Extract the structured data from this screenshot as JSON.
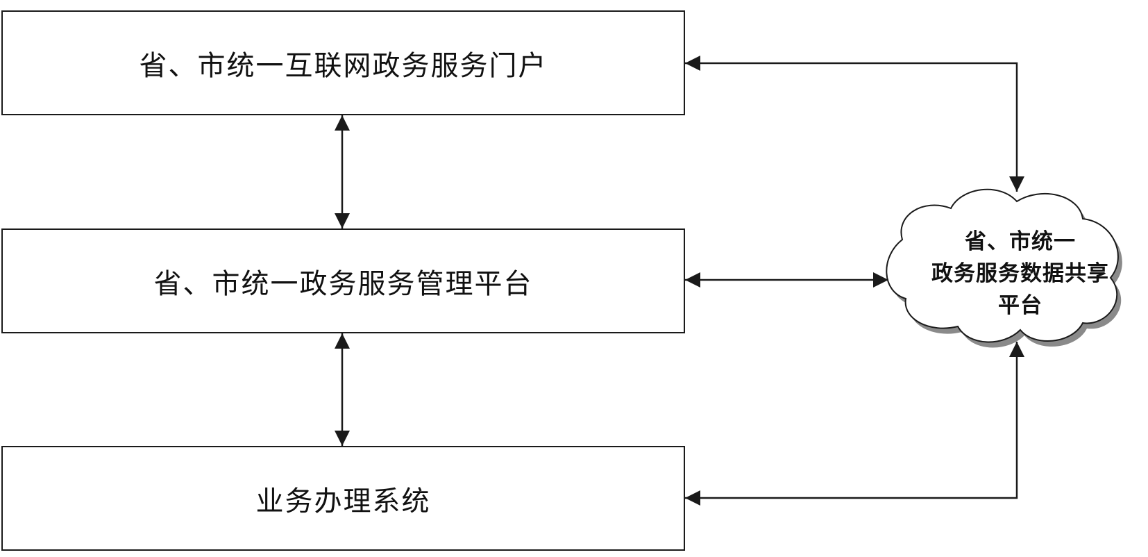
{
  "boxes": {
    "portal": "省、市统一互联网政务服务门户",
    "management": "省、市统一政务服务管理平台",
    "handling": "业务办理系统"
  },
  "cloud": {
    "line1": "省、市统一",
    "line2": "政务服务数据共享",
    "line3": "平台"
  },
  "colors": {
    "stroke": "#1a1a1a",
    "cloud_fill": "#ffffff",
    "cloud_shadow": "#8a8a8a"
  }
}
